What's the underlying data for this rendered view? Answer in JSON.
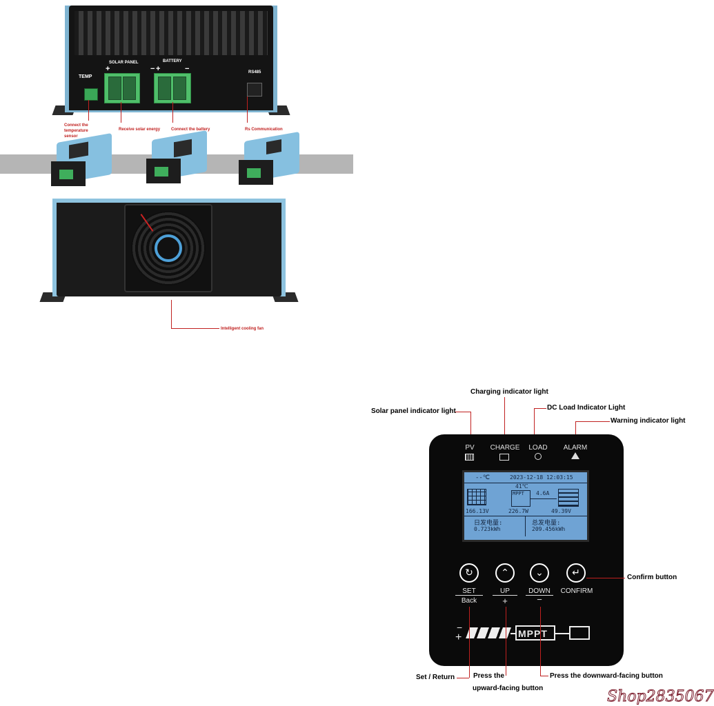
{
  "top_panel": {
    "temp_label": "TEMP",
    "solar_panel_label": "SOLAR PANEL",
    "battery_label": "BATTERY",
    "rs485_label": "RS485",
    "plus": "+",
    "minus": "−"
  },
  "callouts": {
    "temp_sensor": "Connect the temperature sensor",
    "solar_energy": "Receive solar energy",
    "battery": "Connect the battery",
    "communication": "Rs Communication",
    "cooling_fan": "Intelligent cooling fan"
  },
  "controller": {
    "leds": [
      {
        "label": "PV",
        "icon": "grid-icon"
      },
      {
        "label": "CHARGE",
        "icon": "battery-icon"
      },
      {
        "label": "LOAD",
        "icon": "bulb-icon"
      },
      {
        "label": "ALARM",
        "icon": "warning-icon"
      }
    ],
    "lcd": {
      "temp": "--℃",
      "datetime": "2023-12-18 12:03:15",
      "internal_temp": "41℃",
      "pv_voltage": "166.13V",
      "mppt_label": "MPPT",
      "power": "226.7W",
      "current": "4.6A",
      "battery_voltage": "49.39V",
      "daily_label": "日发电量:",
      "daily_value": "0.723kWh",
      "total_label": "总发电量:",
      "total_value": "209.456kWh"
    },
    "buttons": [
      {
        "label": "SET",
        "sub": "Back"
      },
      {
        "label": "UP",
        "sub": "+"
      },
      {
        "label": "DOWN",
        "sub": "−"
      },
      {
        "label": "CONFIRM",
        "sub": ""
      }
    ],
    "logo_mppt": "MPPT",
    "logo_plus": "+",
    "logo_minus": "−"
  },
  "annotations": {
    "charging": "Charging indicator light",
    "solar": "Solar panel indicator light",
    "dc_load": "DC Load Indicator Light",
    "warning": "Warning indicator light",
    "confirm": "Confirm button",
    "set_return": "Set / Return",
    "up_line1": "Press the",
    "up_line2": "upward-facing button",
    "down": "Press the downward-facing button"
  },
  "watermark": "Shop2835067"
}
